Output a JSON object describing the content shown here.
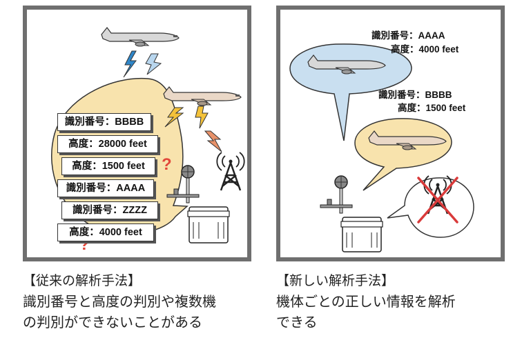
{
  "left_panel": {
    "caption_title": "【従来の解析手法】",
    "caption_line1": "識別番号と高度の判別や複数機",
    "caption_line2": "の判別ができないことがある",
    "labels": [
      "識別番号：BBBB",
      "高度：28000 feet",
      "高度：1500 feet",
      "識別番号：AAAA",
      "識別番号：ZZZZ",
      "高度：4000 feet"
    ],
    "question_mark": "?"
  },
  "right_panel": {
    "caption_title": "【新しい解析手法】",
    "caption_line1": "機体ごとの正しい情報を解析",
    "caption_line2": "できる",
    "aircraft_a": {
      "id_label": "識別番号：AAAA",
      "alt_label": "高度：4000 feet"
    },
    "aircraft_b": {
      "id_label": "識別番号：BBBB",
      "alt_label": "高度：1500 feet"
    }
  },
  "colors": {
    "panel_border": "#6f6f6f",
    "bubble_yellow": "#f8e3ad",
    "bubble_blue": "#c9dff0",
    "question_red": "#e2473a",
    "cross_red": "#d93a3a",
    "bolt_blue": "#2f86c8",
    "bolt_yellow": "#f4c23a",
    "bolt_orange": "#e8926a"
  }
}
